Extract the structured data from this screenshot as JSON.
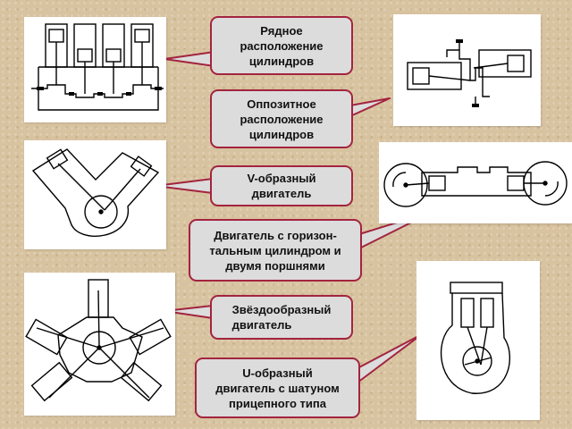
{
  "colors": {
    "callout_border": "#a3243f",
    "callout_fill": "#dcdcdc",
    "background": "#d8c3a0"
  },
  "labels": {
    "inline": "Рядное\nрасположение\nцилиндров",
    "opposed": "Оппозитное\nрасположение\nцилиндров",
    "v_engine": "V-образный\nдвигатель",
    "horizontal": "Двигатель с горизон-\nтальным цилиндром и\nдвумя поршнями",
    "radial": "Звёздообразный\nдвигатель",
    "u_engine": "U-образный\nдвигатель с шатуном\nприцепного типа"
  }
}
